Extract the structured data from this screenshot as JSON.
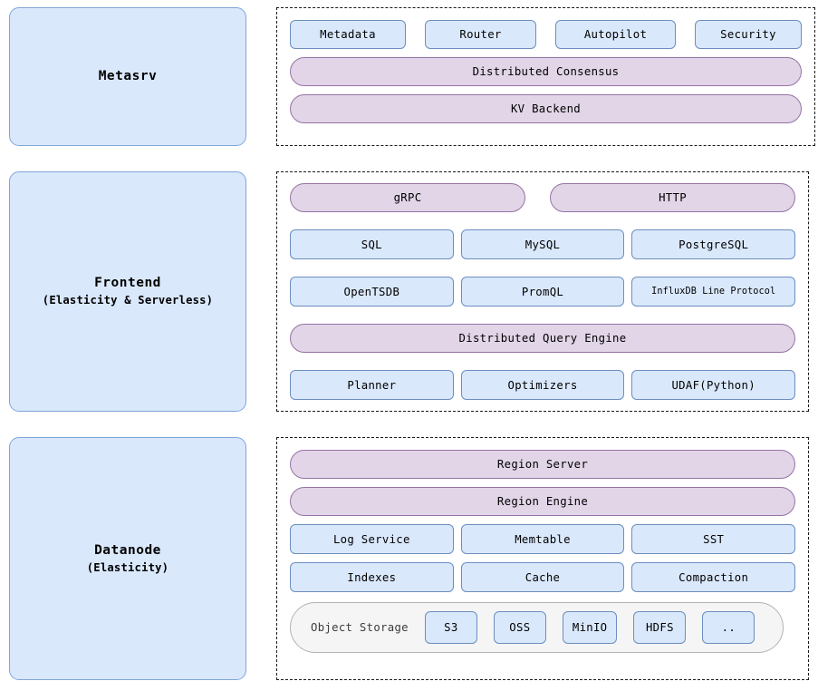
{
  "theme": {
    "background": "#ffffff",
    "blue_fill": "#dae8fc",
    "blue_border": "#6c8ebf",
    "purple_fill": "#e1d5e7",
    "purple_border": "#9673a6",
    "group_border": "#1a1a1a",
    "storage_fill": "#f5f5f5",
    "storage_border": "#b3b3b3",
    "text": "#000000"
  },
  "tiers": {
    "metasrv": {
      "title": "Metasrv",
      "subtitle": "",
      "components_row": [
        {
          "label": "Metadata"
        },
        {
          "label": "Router"
        },
        {
          "label": "Autopilot"
        },
        {
          "label": "Security"
        }
      ],
      "bars": [
        {
          "label": "Distributed Consensus"
        },
        {
          "label": "KV Backend"
        }
      ]
    },
    "frontend": {
      "title": "Frontend",
      "subtitle": "(Elasticity & Serverless)",
      "protocols": [
        {
          "label": "gRPC"
        },
        {
          "label": "HTTP"
        }
      ],
      "interfaces_row1": [
        {
          "label": "SQL"
        },
        {
          "label": "MySQL"
        },
        {
          "label": "PostgreSQL"
        }
      ],
      "interfaces_row2": [
        {
          "label": "OpenTSDB"
        },
        {
          "label": "PromQL"
        },
        {
          "label": "InfluxDB Line Protocol"
        }
      ],
      "engine": {
        "label": "Distributed Query Engine"
      },
      "engine_parts": [
        {
          "label": "Planner"
        },
        {
          "label": "Optimizers"
        },
        {
          "label": "UDAF(Python)"
        }
      ]
    },
    "datanode": {
      "title": "Datanode",
      "subtitle": "(Elasticity)",
      "bars": [
        {
          "label": "Region Server"
        },
        {
          "label": "Region Engine"
        }
      ],
      "components_row1": [
        {
          "label": "Log Service"
        },
        {
          "label": "Memtable"
        },
        {
          "label": "SST"
        }
      ],
      "components_row2": [
        {
          "label": "Indexes"
        },
        {
          "label": "Cache"
        },
        {
          "label": "Compaction"
        }
      ],
      "storage": {
        "label": "Object Storage",
        "backends": [
          {
            "label": "S3"
          },
          {
            "label": "OSS"
          },
          {
            "label": "MinIO"
          },
          {
            "label": "HDFS"
          },
          {
            "label": ".."
          }
        ]
      }
    }
  }
}
